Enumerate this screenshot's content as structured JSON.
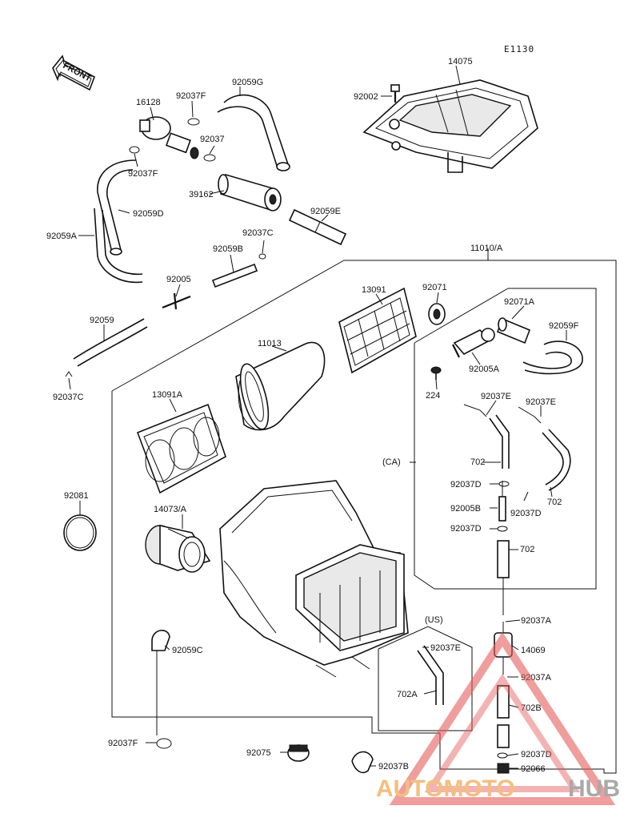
{
  "diagram": {
    "code": "E1130",
    "front_label": "FRONT",
    "group_main": "11010/A",
    "group_ca": "(CA)",
    "group_us": "(US)",
    "parts": {
      "p14075": "14075",
      "p92002": "92002",
      "p16128": "16128",
      "p92037F_top": "92037F",
      "p92059G": "92059G",
      "p92037_top": "92037",
      "p92037F_left": "92037F",
      "p39162": "39162",
      "p92059D": "92059D",
      "p92059A": "92059A",
      "p92037C_mid": "92037C",
      "p92059E": "92059E",
      "p92059B": "92059B",
      "p92005": "92005",
      "p92059": "92059",
      "p92037C_left": "92037C",
      "p13091": "13091",
      "p92071": "92071",
      "p92071A": "92071A",
      "p11013": "11013",
      "p92059F": "92059F",
      "p92005A": "92005A",
      "p224": "224",
      "p92037E_a": "92037E",
      "p92037E_b": "92037E",
      "p13091A": "13091A",
      "p702_a": "702",
      "p702_b": "702",
      "p92037D_a": "92037D",
      "p92005B": "92005B",
      "p92037D_b": "92037D",
      "p92037D_c": "92037D",
      "p702_c": "702",
      "p92081": "92081",
      "p14073A": "14073/A",
      "p92037A_a": "92037A",
      "p92037E_us": "92037E",
      "p14069": "14069",
      "p702A": "702A",
      "p92037A_b": "92037A",
      "p702B": "702B",
      "p92059C": "92059C",
      "p92037F_bottom": "92037F",
      "p92075": "92075",
      "p92037B": "92037B",
      "p92037D_bottom": "92037D",
      "p92066": "92066"
    }
  },
  "watermark": {
    "part1": "AUTOMOTO",
    "part2": "HUB",
    "colors": {
      "orange": "#f1b56a",
      "gray": "#9b9b9b",
      "red": "#e65b5b"
    }
  }
}
